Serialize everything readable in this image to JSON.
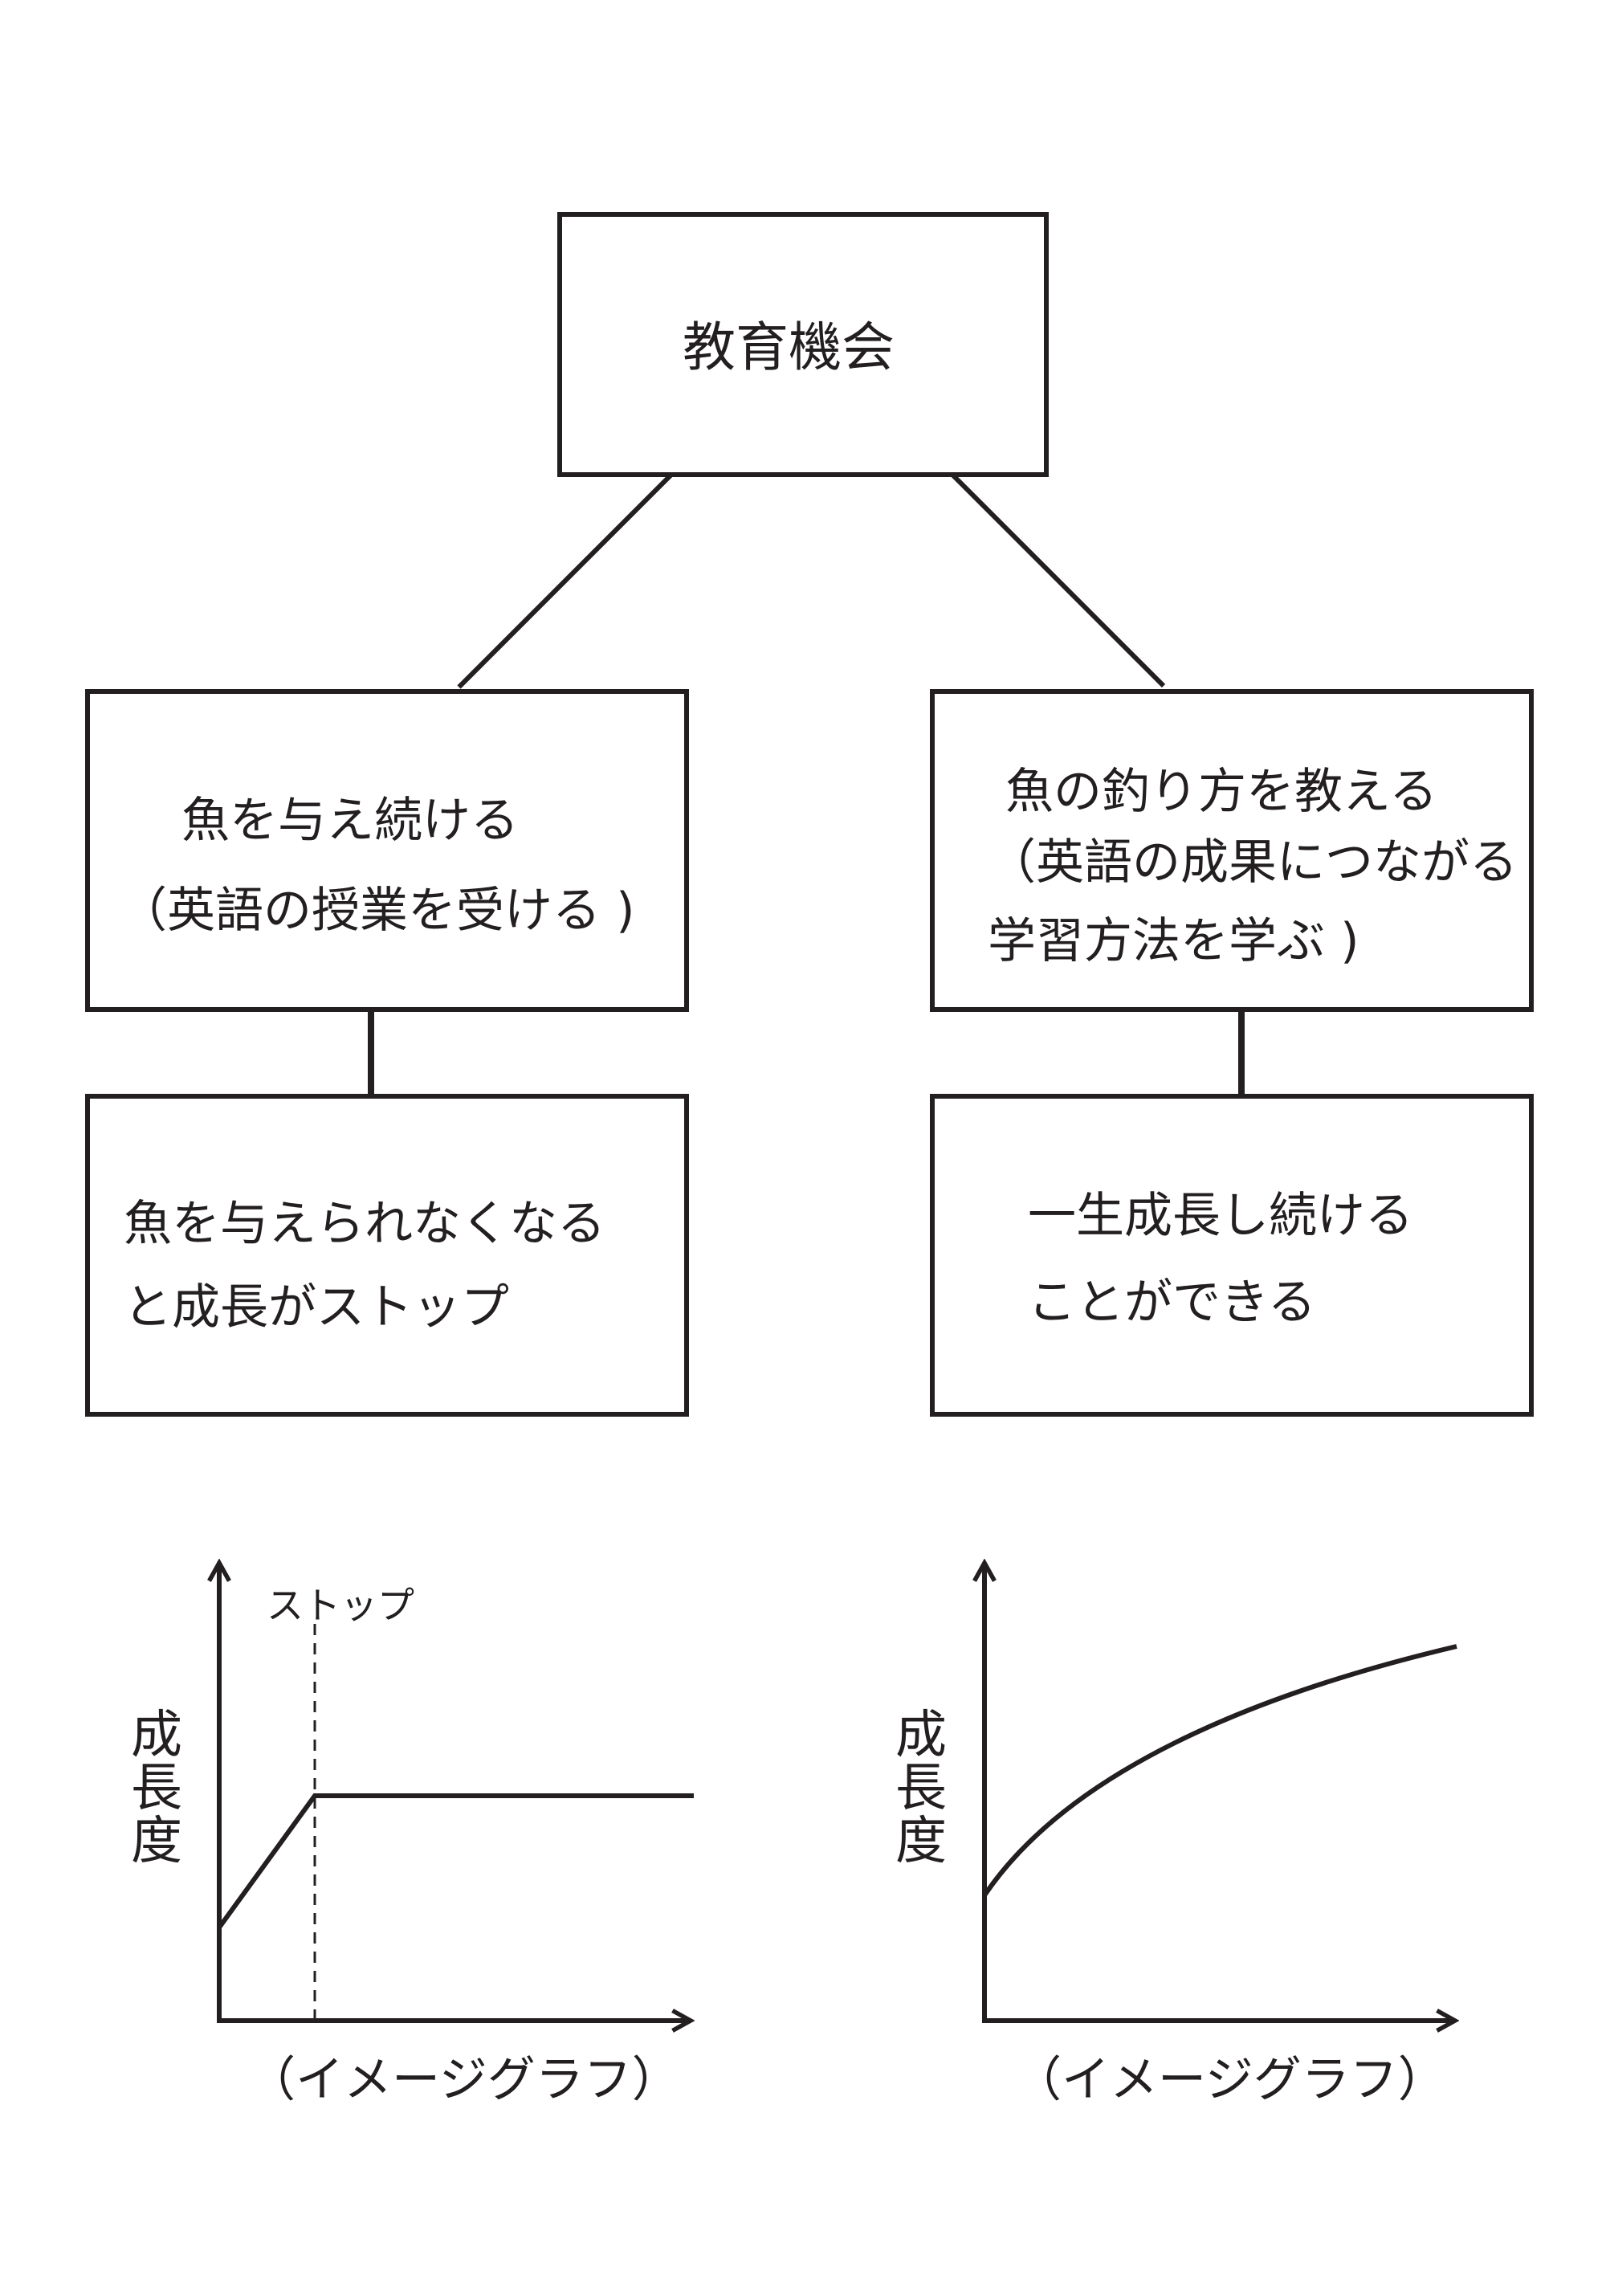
{
  "top": {
    "label": "教育機会"
  },
  "left": {
    "main": [
      "魚を与え続ける",
      "（英語の授業を受ける )"
    ],
    "result": [
      "魚を与えられなくなる",
      "と成長がストップ"
    ]
  },
  "right": {
    "main": [
      "魚の釣り方を教える",
      "（英語の成果につながる",
      "学習方法を学ぶ )"
    ],
    "result": [
      "一生成長し続ける",
      "ことができる"
    ]
  },
  "graph_left": {
    "ylabel": [
      "成",
      "長",
      "度"
    ],
    "stop_label": "ストップ",
    "caption": "（イメージグラフ）"
  },
  "graph_right": {
    "ylabel": [
      "成",
      "長",
      "度"
    ],
    "caption": "（イメージグラフ）"
  }
}
